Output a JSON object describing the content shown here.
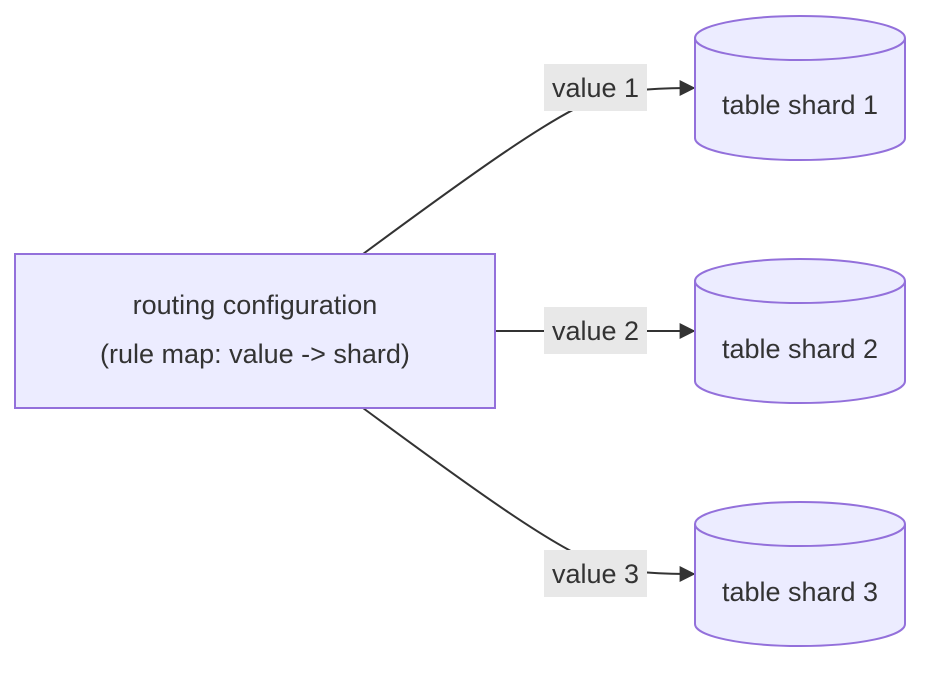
{
  "router": {
    "line1": "routing configuration",
    "line2": "(rule map: value -> shard)"
  },
  "edges": [
    {
      "label": "value 1",
      "target": "table shard 1"
    },
    {
      "label": "value 2",
      "target": "table shard 2"
    },
    {
      "label": "value 3",
      "target": "table shard 3"
    }
  ],
  "colors": {
    "node_fill": "#ececff",
    "node_stroke": "#9370db",
    "edge_stroke": "#333333",
    "label_bg": "#e8e8e8",
    "text": "#333333"
  }
}
